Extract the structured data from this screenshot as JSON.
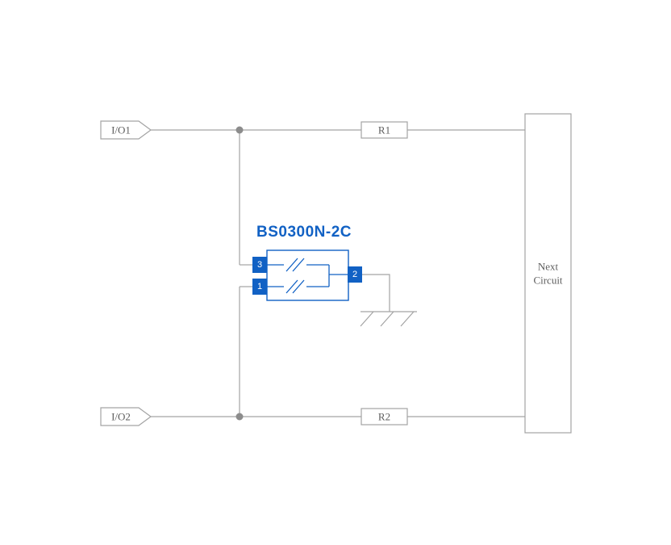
{
  "diagram": {
    "inputs": [
      {
        "label": "I/O1"
      },
      {
        "label": "I/O2"
      }
    ],
    "resistors": [
      {
        "label": "R1"
      },
      {
        "label": "R2"
      }
    ],
    "component": {
      "name": "BS0300N-2C",
      "pins": [
        {
          "number": "3"
        },
        {
          "number": "1"
        },
        {
          "number": "2"
        }
      ]
    },
    "next_circuit": {
      "line1": "Next",
      "line2": "Circuit"
    },
    "colors": {
      "accent_blue": "#1161c4",
      "line_gray": "#a3a3a3",
      "text_gray": "#5c5c5c"
    }
  }
}
